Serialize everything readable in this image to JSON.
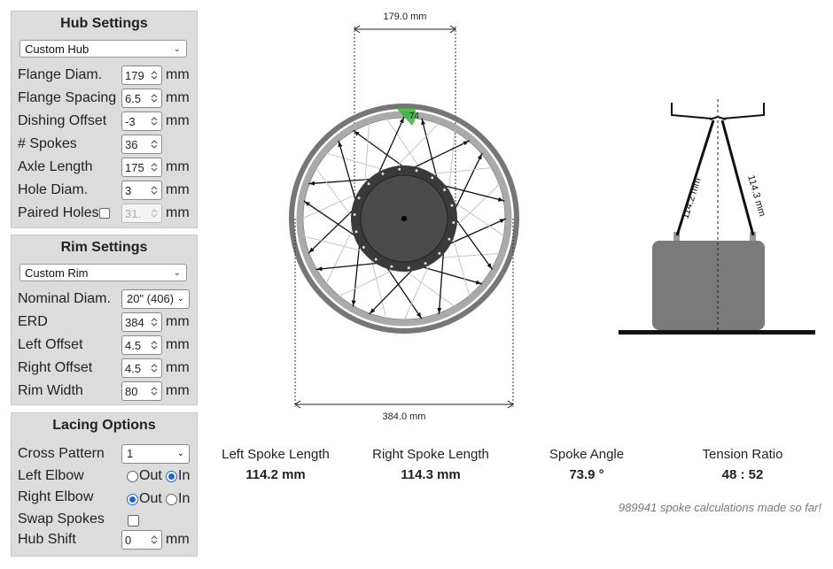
{
  "hub": {
    "title": "Hub Settings",
    "preset": "Custom Hub",
    "flange_diam": {
      "label": "Flange Diam.",
      "value": "179",
      "unit": "mm"
    },
    "flange_spacing": {
      "label": "Flange Spacing",
      "value": "6.5",
      "unit": "mm"
    },
    "dishing_offset": {
      "label": "Dishing Offset",
      "value": "-3",
      "unit": "mm"
    },
    "spokes": {
      "label": "# Spokes",
      "value": "36"
    },
    "axle_length": {
      "label": "Axle Length",
      "value": "175",
      "unit": "mm"
    },
    "hole_diam": {
      "label": "Hole Diam.",
      "value": "3",
      "unit": "mm"
    },
    "paired_holes": {
      "label": "Paired Holes",
      "value": "31.",
      "unit": "mm"
    }
  },
  "rim": {
    "title": "Rim Settings",
    "preset": "Custom Rim",
    "nominal_diam": {
      "label": "Nominal Diam.",
      "value": "20\" (406)"
    },
    "erd": {
      "label": "ERD",
      "value": "384",
      "unit": "mm"
    },
    "left_offset": {
      "label": "Left Offset",
      "value": "4.5",
      "unit": "mm"
    },
    "right_offset": {
      "label": "Right Offset",
      "value": "4.5",
      "unit": "mm"
    },
    "rim_width": {
      "label": "Rim Width",
      "value": "80",
      "unit": "mm"
    }
  },
  "lacing": {
    "title": "Lacing Options",
    "cross_pattern": {
      "label": "Cross Pattern",
      "value": "1"
    },
    "left_elbow": {
      "label": "Left Elbow",
      "selected": "In",
      "opt_out": "Out",
      "opt_in": "In"
    },
    "right_elbow": {
      "label": "Right Elbow",
      "selected": "Out",
      "opt_out": "Out",
      "opt_in": "In"
    },
    "swap_spokes": {
      "label": "Swap Spokes"
    },
    "hub_shift": {
      "label": "Hub Shift",
      "value": "0",
      "unit": "mm"
    }
  },
  "diagram": {
    "flange_dim": "179.0 mm",
    "erd_dim": "384.0 mm",
    "angle_marker": "74",
    "left_spoke_label": "114.2 mm",
    "right_spoke_label": "114.3 mm"
  },
  "results": {
    "left_spoke": {
      "title": "Left Spoke Length",
      "value": "114.2 mm"
    },
    "right_spoke": {
      "title": "Right Spoke Length",
      "value": "114.3 mm"
    },
    "angle": {
      "title": "Spoke Angle",
      "value": "73.9 °"
    },
    "tension": {
      "title": "Tension Ratio",
      "value": "48 : 52"
    }
  },
  "counter": "989941 spoke calculations made so far!"
}
